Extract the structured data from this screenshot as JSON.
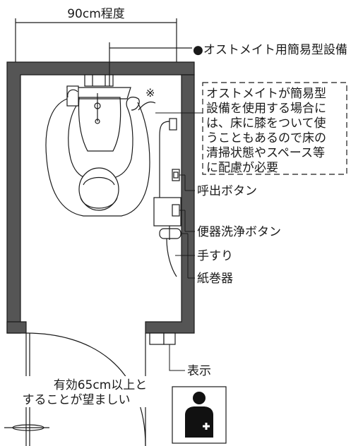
{
  "dimension_top": "90cm程度",
  "title_label": "●オストメイト用簡易型設備",
  "asterisk": "※",
  "note_lines": [
    "オストメイトが簡易型",
    "設備を使用する場合に",
    "は、床に膝をついて使",
    "うこともあるので床の",
    "清掃状態やスペース等",
    "に配慮が必要"
  ],
  "labels": {
    "call_button": "呼出ボタン",
    "flush_button": "便器洗浄ボタン",
    "handrail": "手すり",
    "paper_holder": "紙巻器",
    "sign": "表示"
  },
  "door_note_lines": [
    "有効65cm以上と",
    "することが望ましい"
  ],
  "pictogram": {
    "name": "ostomate-symbol-icon",
    "background": "#ffffff",
    "figure_color": "#111111",
    "cross_color": "#ffffff"
  }
}
